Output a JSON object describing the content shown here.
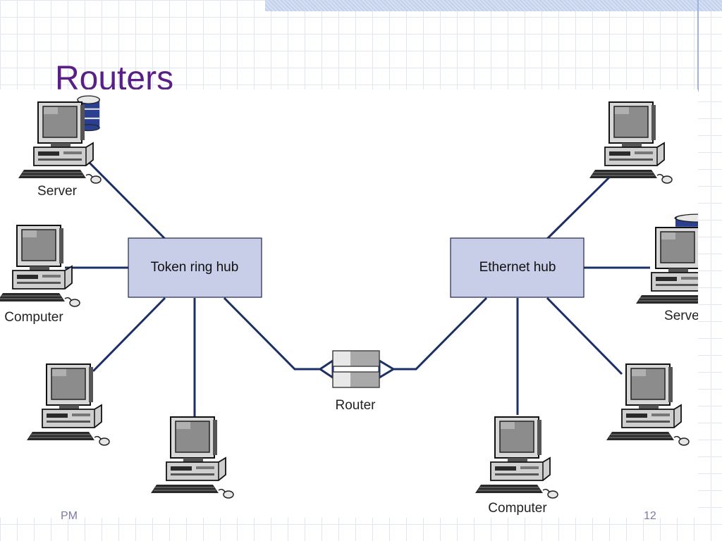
{
  "slide": {
    "title": "Routers",
    "footer_left": "PM",
    "page_number": "12"
  },
  "diagram": {
    "hubs": [
      {
        "id": "token-ring-hub",
        "label": "Token ring hub"
      },
      {
        "id": "ethernet-hub",
        "label": "Ethernet hub"
      }
    ],
    "router": {
      "label": "Router"
    },
    "devices": [
      {
        "id": "server-left",
        "kind": "server",
        "label": "Server",
        "hub": "token-ring-hub"
      },
      {
        "id": "computer-left",
        "kind": "computer",
        "label": "Computer",
        "hub": "token-ring-hub"
      },
      {
        "id": "pc-left-lower",
        "kind": "computer",
        "label": "",
        "hub": "token-ring-hub"
      },
      {
        "id": "pc-left-bottom",
        "kind": "computer",
        "label": "",
        "hub": "token-ring-hub"
      },
      {
        "id": "pc-right-top",
        "kind": "computer",
        "label": "",
        "hub": "ethernet-hub"
      },
      {
        "id": "server-right",
        "kind": "server",
        "label": "Server",
        "hub": "ethernet-hub"
      },
      {
        "id": "pc-right-lower",
        "kind": "computer",
        "label": "",
        "hub": "ethernet-hub"
      },
      {
        "id": "computer-bottom-right",
        "kind": "computer",
        "label": "Computer",
        "hub": "ethernet-hub"
      }
    ],
    "colors": {
      "title": "#5a1f86",
      "hub_fill": "#c8cde8",
      "link": "#1c2f66",
      "database_stack": "#2a3f8f"
    },
    "icons": {
      "computer": "desktop-computer-icon",
      "server": "database-server-icon",
      "router": "router-icon"
    }
  }
}
